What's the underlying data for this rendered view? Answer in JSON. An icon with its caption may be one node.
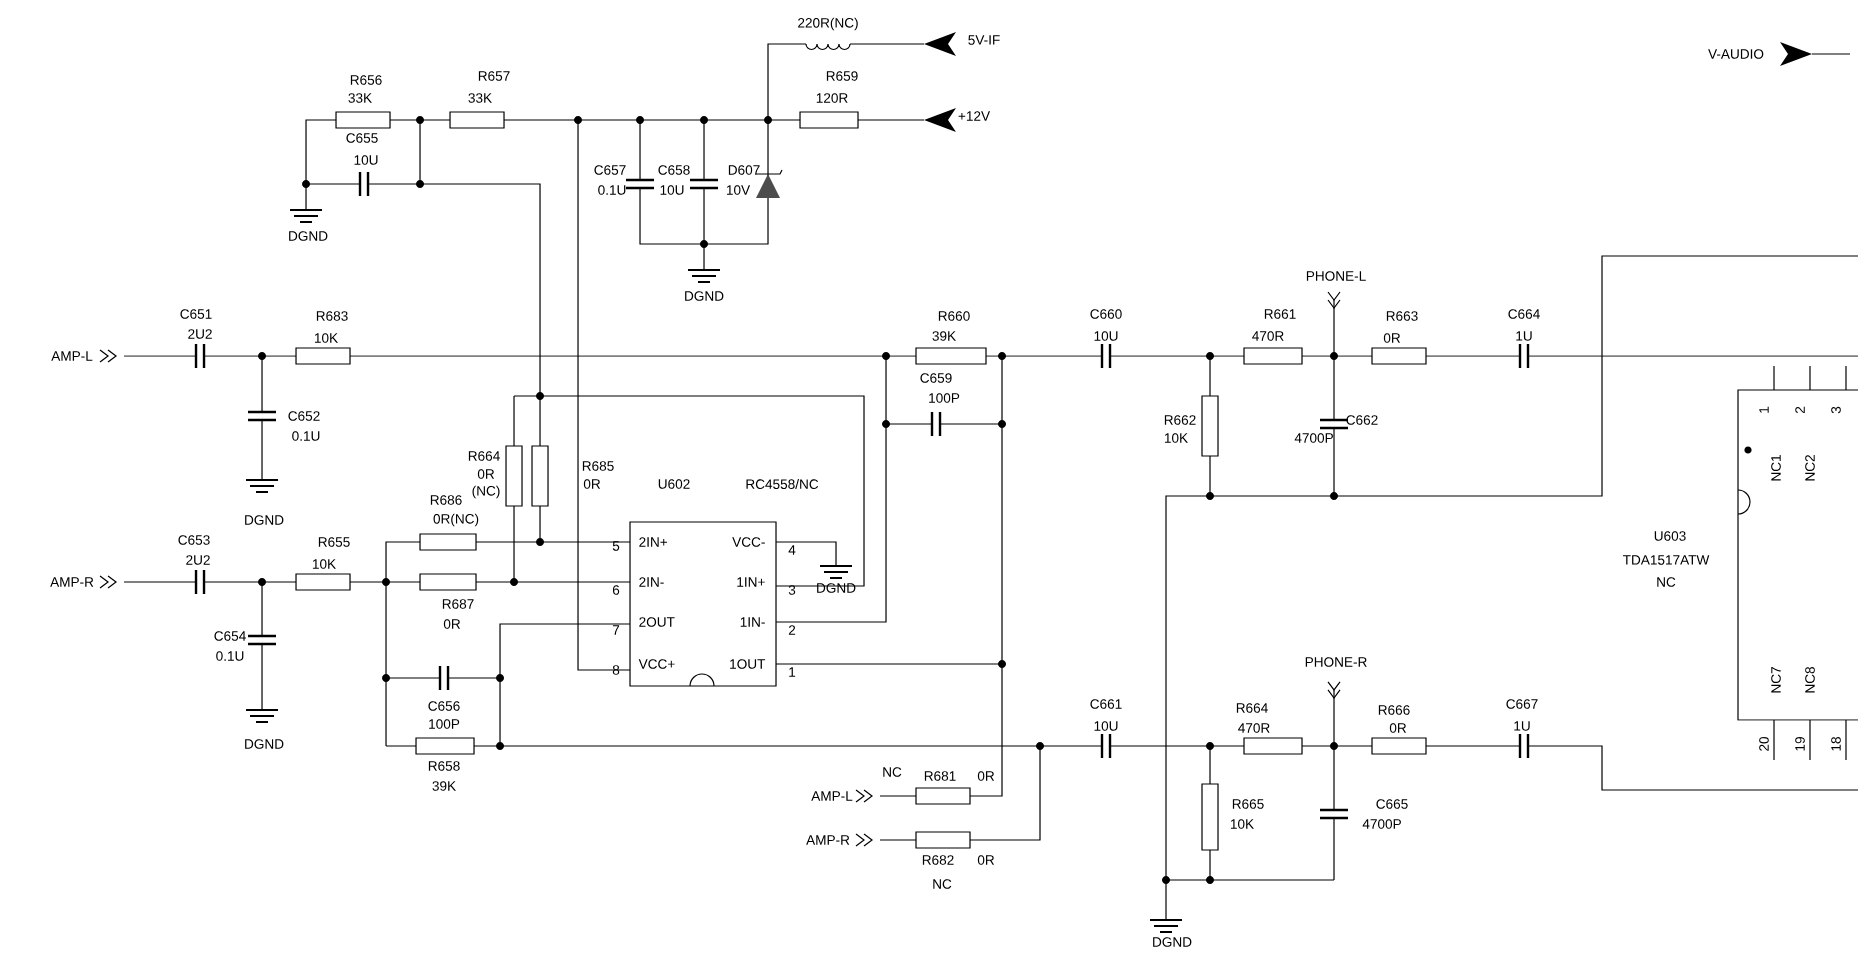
{
  "diagram": {
    "nodes": [
      {
        "text": [
          "2IN+",
          "VCC-",
          "2IN-",
          "1IN+",
          "2OUT",
          "1IN-",
          "VCC+",
          "1OUT"
        ],
        "beside": [
          "U602",
          "RC4558/NC",
          "5",
          "4",
          "6",
          "3",
          "7",
          "2",
          "8",
          "1"
        ]
      },
      {
        "text": [
          "NC1",
          "NC2",
          "NC7",
          "NC8"
        ],
        "beside": [
          "U603",
          "TDA1517ATW",
          "NC"
        ]
      }
    ],
    "labels": [
      "220R(NC)",
      "5V-IF",
      "V-AUDIO",
      "R656",
      "33K",
      "R657",
      "33K",
      "R659",
      "120R",
      "+12V",
      "C655",
      "10U",
      "C657",
      "0.1U",
      "C658",
      "10U",
      "D607",
      "10V",
      "DGND",
      "DGND",
      "PHONE-L",
      "C651",
      "2U2",
      "R683",
      "10K",
      "R660",
      "39K",
      "C660",
      "10U",
      "R661",
      "470R",
      "R663",
      "0R",
      "C664",
      "1U",
      "AMP-L",
      "C659",
      "100P",
      "1",
      "2",
      "3",
      "C652",
      "0.1U",
      "R662",
      "10K",
      "C662",
      "4700P",
      "R664",
      "0R",
      "(NC)",
      "R685",
      "0R",
      "R686",
      "DGND",
      "0R(NC)",
      "C653",
      "2U2",
      "R655",
      "10K",
      "AMP-R",
      "DGND",
      "R687",
      "0R",
      "C654",
      "0.1U",
      "PHONE-R",
      "DGND",
      "C656",
      "100P",
      "C661",
      "10U",
      "R664",
      "470R",
      "R666",
      "0R",
      "C667",
      "1U",
      "20",
      "19",
      "18",
      "R658",
      "39K",
      "NC",
      "R681",
      "0R",
      "AMP-L",
      "R665",
      "10K",
      "C665",
      "4700P",
      "AMP-R",
      "R682",
      "0R",
      "NC",
      "DGND"
    ]
  }
}
